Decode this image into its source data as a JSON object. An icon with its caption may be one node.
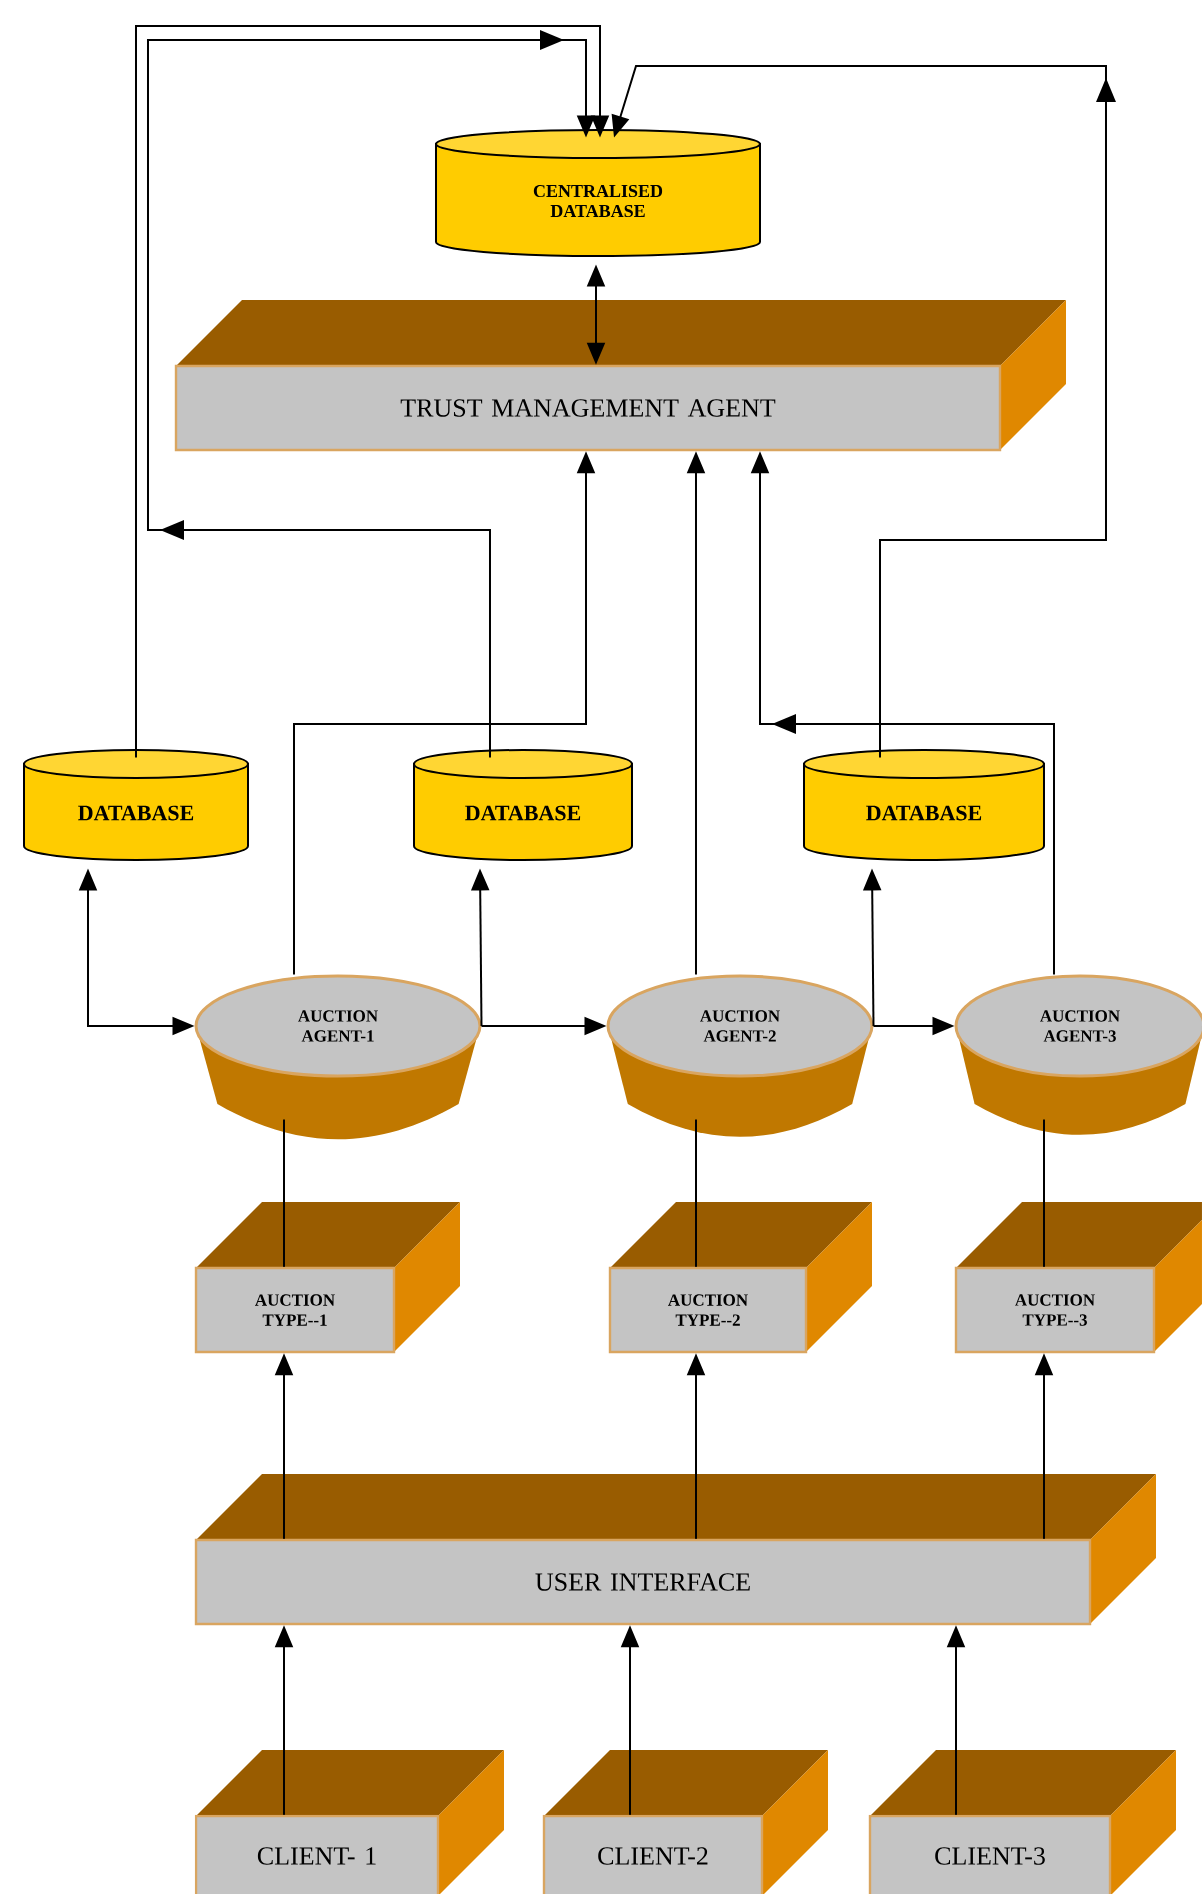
{
  "diagram": {
    "nodes": [
      {
        "text": [
          "CENTRALISED DATABASE"
        ]
      },
      {
        "text": [
          "TRUST MANAGEMENT AGENT"
        ]
      },
      {
        "text": [
          "DATABASE"
        ]
      },
      {
        "text": [
          "DATABASE"
        ]
      },
      {
        "text": [
          "DATABASE"
        ]
      },
      {
        "text": [
          "AUCTION AGENT-1"
        ]
      },
      {
        "text": [
          "AUCTION AGENT-2"
        ]
      },
      {
        "text": [
          "AUCTION AGENT-3"
        ]
      },
      {
        "text": [
          "AUCTION TYPE--1"
        ]
      },
      {
        "text": [
          "AUCTION TYPE--2"
        ]
      },
      {
        "text": [
          "AUCTION TYPE--3"
        ]
      },
      {
        "text": [
          "USER INTERFACE"
        ]
      },
      {
        "text": [
          "CLIENT- 1"
        ]
      },
      {
        "text": [
          "CLIENT-2"
        ]
      },
      {
        "text": [
          "CLIENT-3"
        ]
      }
    ],
    "edges": [
      {
        "from": 0,
        "to": 1,
        "arrow": "both"
      },
      {
        "from": 2,
        "to": 0,
        "arrow": "to"
      },
      {
        "from": 3,
        "to": 0,
        "arrow": "to"
      },
      {
        "from": 4,
        "to": 0,
        "arrow": "to"
      },
      {
        "from": 5,
        "to": 1,
        "arrow": "to"
      },
      {
        "from": 6,
        "to": 1,
        "arrow": "to"
      },
      {
        "from": 7,
        "to": 1,
        "arrow": "to"
      },
      {
        "from": 5,
        "to": 2,
        "arrow": "both"
      },
      {
        "from": 5,
        "to": 3,
        "arrow": "to"
      },
      {
        "from": 5,
        "to": 6,
        "arrow": "to"
      },
      {
        "from": 6,
        "to": 4,
        "arrow": "to"
      },
      {
        "from": 6,
        "to": 7,
        "arrow": "to"
      },
      {
        "from": 5,
        "to": 8,
        "arrow": "none"
      },
      {
        "from": 6,
        "to": 9,
        "arrow": "none"
      },
      {
        "from": 7,
        "to": 10,
        "arrow": "none"
      },
      {
        "from": 11,
        "to": 8,
        "arrow": "to"
      },
      {
        "from": 11,
        "to": 9,
        "arrow": "to"
      },
      {
        "from": 11,
        "to": 10,
        "arrow": "to"
      },
      {
        "from": 12,
        "to": 11,
        "arrow": "to"
      },
      {
        "from": 13,
        "to": 11,
        "arrow": "to"
      },
      {
        "from": 14,
        "to": 11,
        "arrow": "to"
      }
    ]
  }
}
